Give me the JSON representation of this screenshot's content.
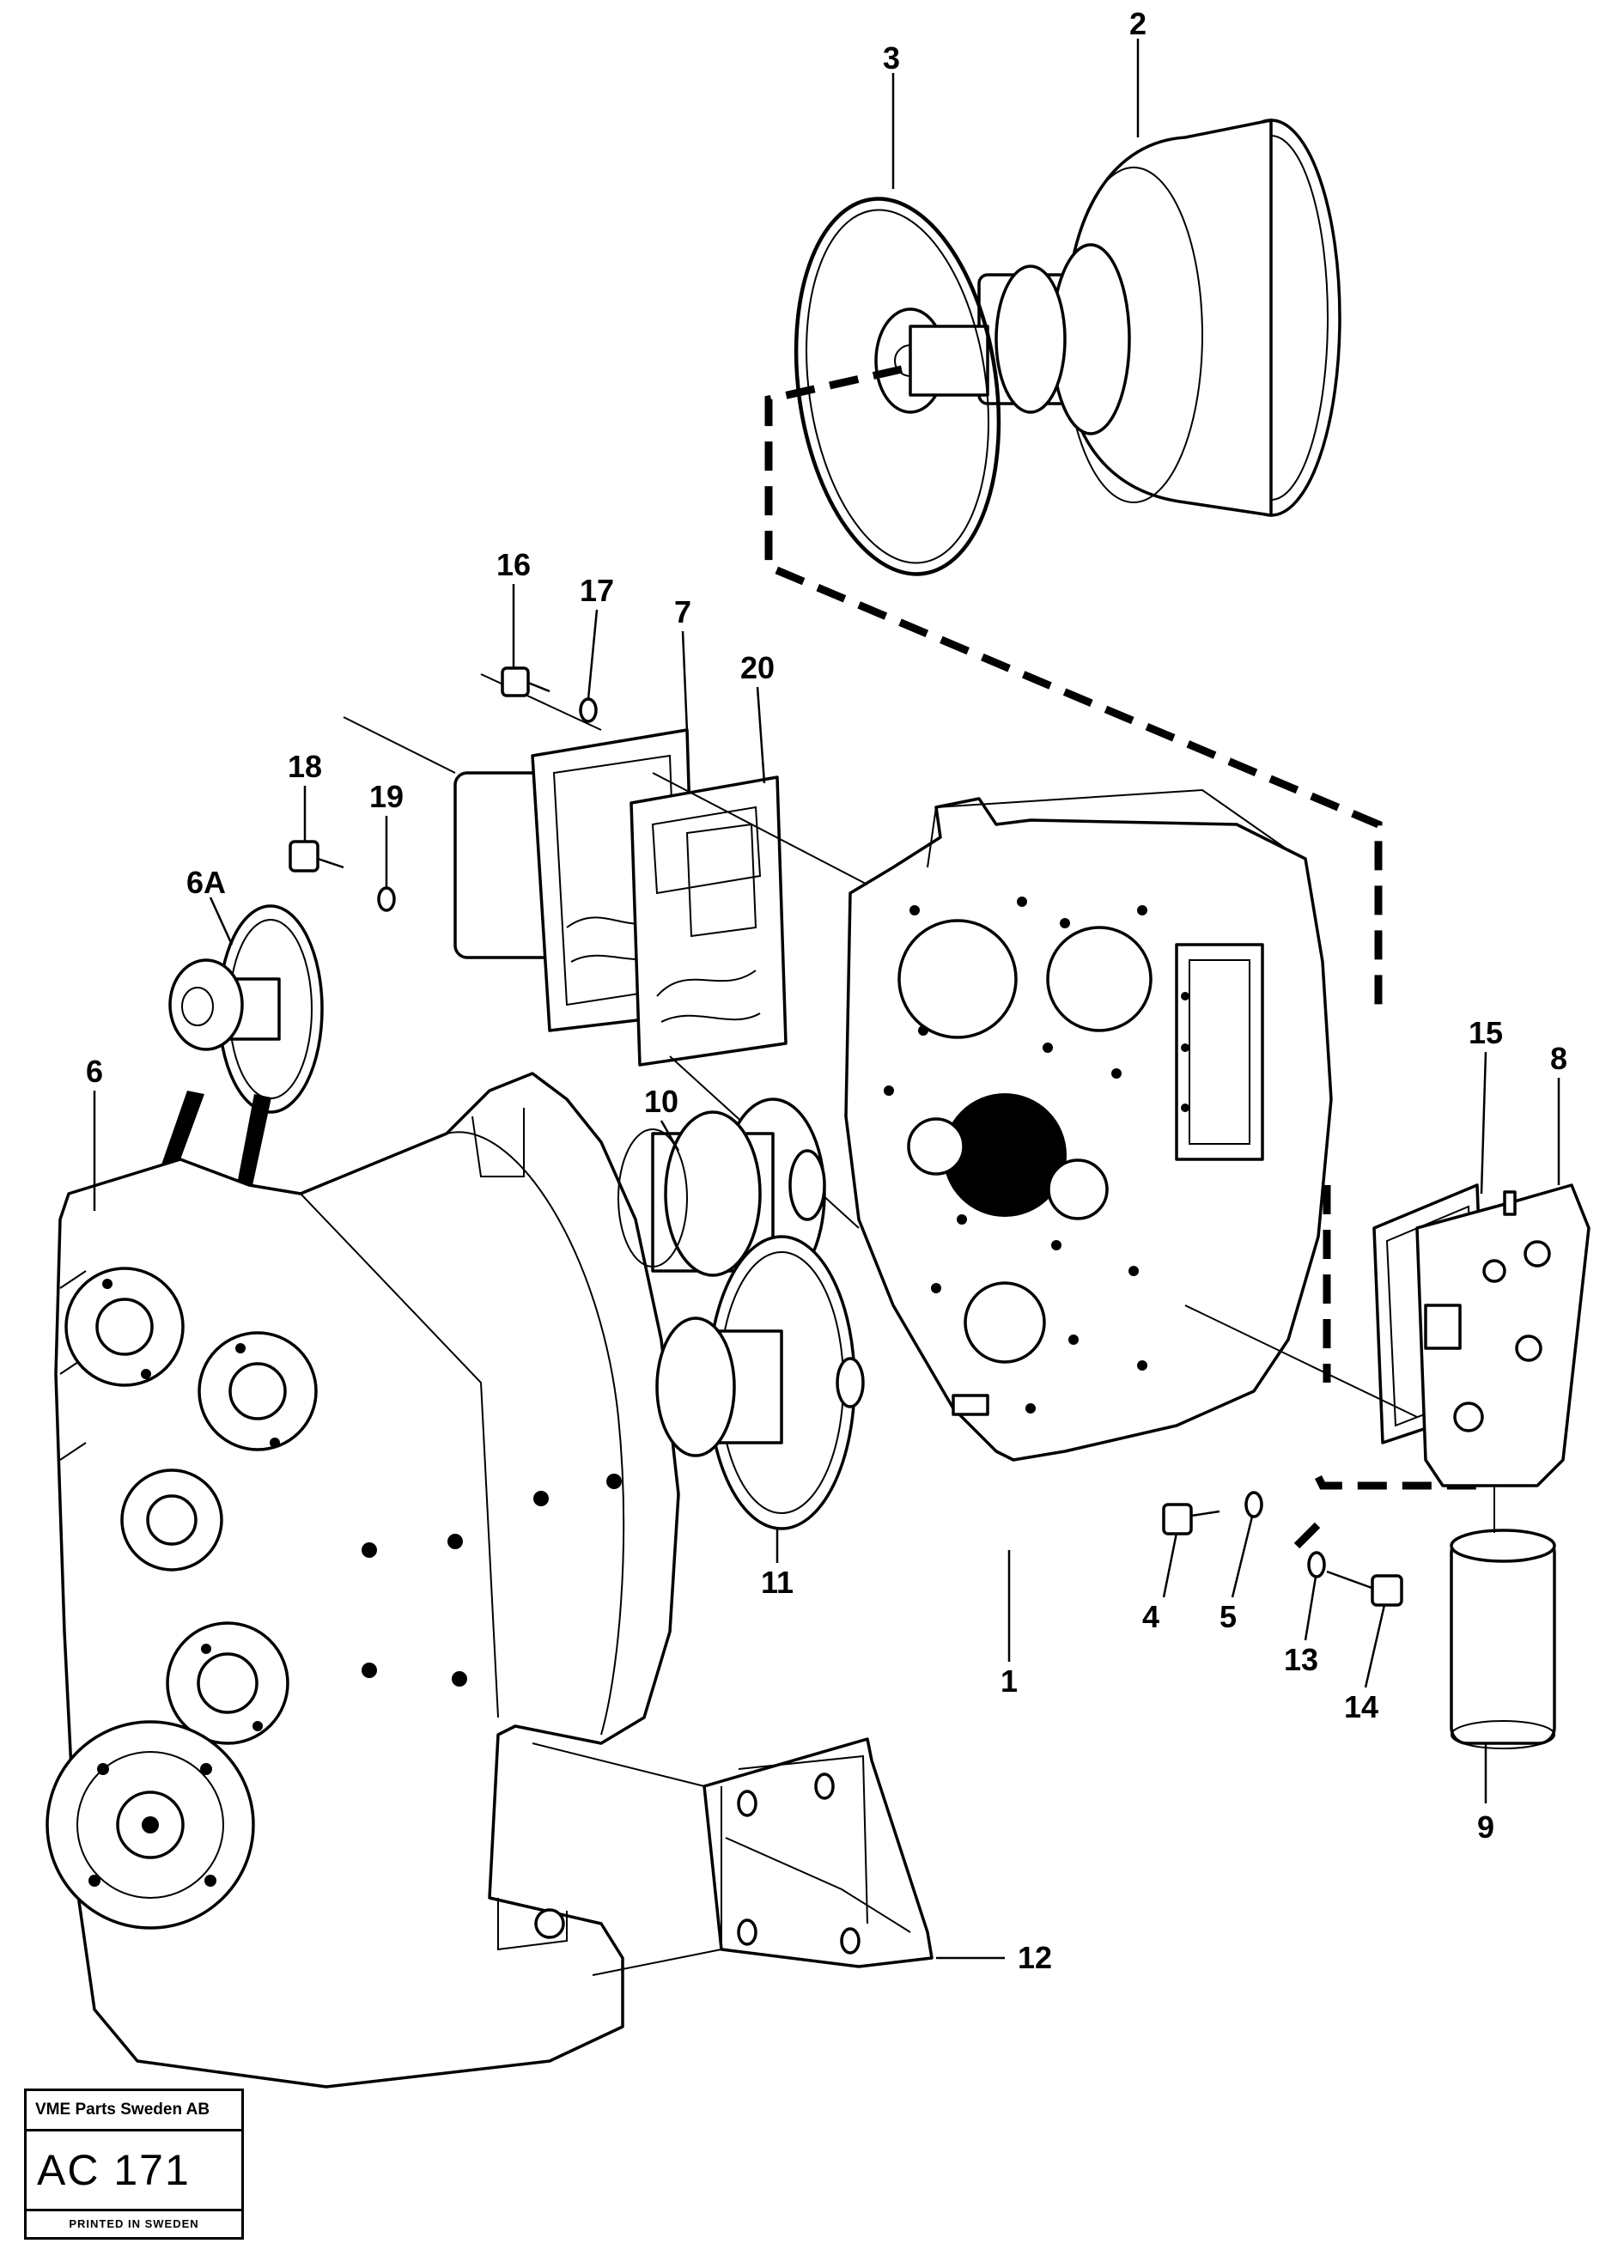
{
  "callouts": {
    "c1": "1",
    "c2": "2",
    "c3": "3",
    "c4": "4",
    "c5": "5",
    "c6": "6",
    "c6a": "6A",
    "c7": "7",
    "c8": "8",
    "c9": "9",
    "c10": "10",
    "c11": "11",
    "c12": "12",
    "c13": "13",
    "c14": "14",
    "c15": "15",
    "c16": "16",
    "c17": "17",
    "c18": "18",
    "c19": "19",
    "c20": "20"
  },
  "title_block": {
    "company": "VME Parts Sweden AB",
    "drawing_number": "AC 171",
    "printed": "PRINTED IN SWEDEN"
  }
}
